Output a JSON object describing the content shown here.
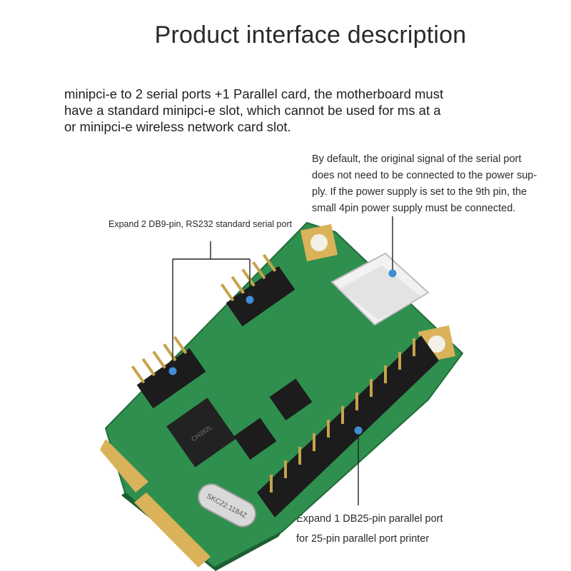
{
  "title": "Product interface description",
  "intro": {
    "line1": "minipci-e to 2 serial ports +1 Parallel card, the motherboard must",
    "line2": "have a standard minipci-e slot, which cannot be used for ms at a",
    "line3": "or minipci-e wireless network card slot."
  },
  "power_note": {
    "line1": "By default, the original signal of the serial port",
    "line2": "does not need to be connected to the power sup-",
    "line3": "ply. If the power supply is set to the 9th pin, the",
    "line4": "small 4pin power supply must be connected."
  },
  "serial_label": "Expand 2 DB9-pin, RS232 standard serial port",
  "parallel_label": {
    "line1": "Expand 1 DB25-pin parallel port",
    "line2": "for 25-pin parallel port printer"
  },
  "board_markings": {
    "chip": "CH382L",
    "crystal": "SKC22.1184Z"
  },
  "colors": {
    "pcb": "#2f8f4e",
    "gold": "#d9b25a",
    "marker": "#3f8fd6"
  }
}
